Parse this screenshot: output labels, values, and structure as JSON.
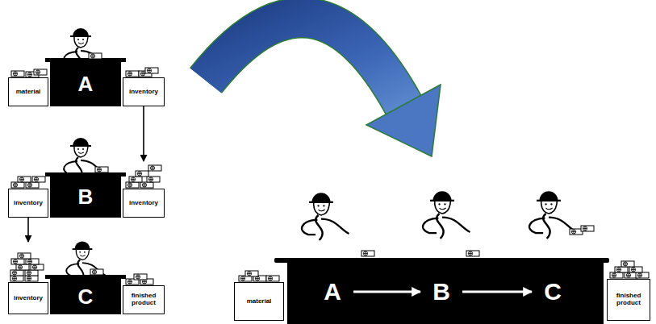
{
  "diagram": {
    "nodes": [
      {
        "text": [
          "material"
        ]
      },
      {
        "text": [
          "A"
        ]
      },
      {
        "text": [
          "inventory"
        ]
      },
      {
        "text": [
          "inventory"
        ]
      },
      {
        "text": [
          "B"
        ]
      },
      {
        "text": [
          "inventory"
        ]
      },
      {
        "text": [
          "inventory"
        ]
      },
      {
        "text": [
          "C"
        ]
      },
      {
        "text": [
          "finished product"
        ]
      },
      {
        "text": [
          "material"
        ]
      },
      {
        "text": [
          "A"
        ]
      },
      {
        "text": [
          "B"
        ]
      },
      {
        "text": [
          "C"
        ]
      },
      {
        "text": [
          "finished product"
        ]
      }
    ],
    "edges": [
      {
        "from": 2,
        "to": 5,
        "arrow": "to"
      },
      {
        "from": 3,
        "to": 6,
        "arrow": "to"
      },
      {
        "from": 10,
        "to": 11,
        "arrow": "to"
      },
      {
        "from": 11,
        "to": 12,
        "arrow": "to"
      }
    ]
  }
}
